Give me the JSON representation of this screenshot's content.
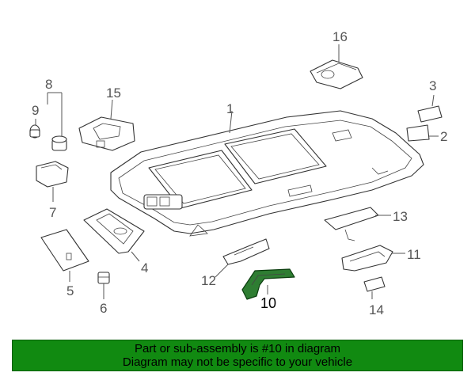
{
  "diagram": {
    "callouts": {
      "c1": "1",
      "c2": "2",
      "c3": "3",
      "c4": "4",
      "c5": "5",
      "c6": "6",
      "c7": "7",
      "c8": "8",
      "c9": "9",
      "c10": "10",
      "c11": "11",
      "c12": "12",
      "c13": "13",
      "c14": "14",
      "c15": "15",
      "c16": "16"
    },
    "highlighted_part": "10",
    "highlight_color": "#2e7d32"
  },
  "banner": {
    "line1": "Part or sub-assembly is #10 in diagram",
    "line2": "Diagram may not be specific to your vehicle",
    "background_color": "#118a11"
  }
}
